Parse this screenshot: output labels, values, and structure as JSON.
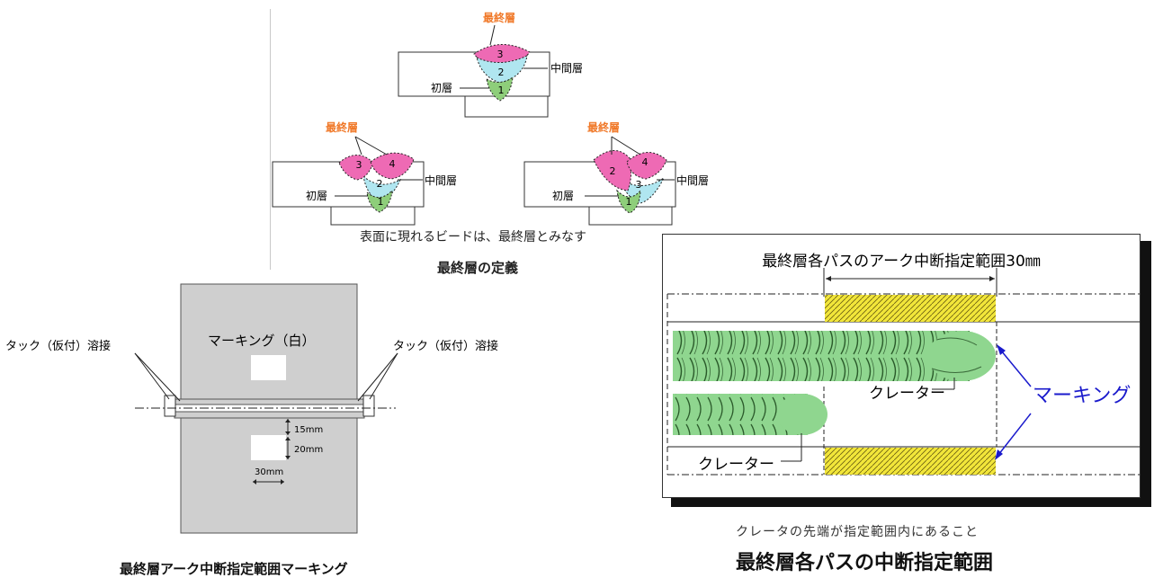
{
  "definition": {
    "final_layer": "最終層",
    "middle_layer": "中間層",
    "first_layer": "初層",
    "note": "表面に現れるビードは、最終層とみなす",
    "caption": "最終層の定義",
    "passes_a": [
      "1",
      "2",
      "3"
    ],
    "passes_b": [
      "1",
      "2",
      "3",
      "4"
    ],
    "passes_c": [
      "1",
      "3",
      "2",
      "4"
    ]
  },
  "marking_plate": {
    "marking_label": "マーキング（白）",
    "tack_left": "タック（仮付）溶接",
    "tack_right": "タック（仮付）溶接",
    "dim_15": "15mm",
    "dim_20": "20mm",
    "dim_30": "30mm",
    "caption": "最終層アーク中断指定範囲マーキング"
  },
  "range_figure": {
    "title": "最終層各パスのアーク中断指定範囲30㎜",
    "crater_upper": "クレーター",
    "crater_lower": "クレーター",
    "marking": "マーキング",
    "note": "クレータの先端が指定範囲内にあること",
    "caption": "最終層各パスの中断指定範囲"
  },
  "colors": {
    "final_layer_text": "#f07828",
    "pink": "#ee6ab4",
    "cyan": "#b0e6f0",
    "green": "#8ece7a",
    "plate_gray": "#cfcfcf",
    "hatch_yellow": "#f2e63a",
    "marking_blue": "#1a1acc"
  }
}
